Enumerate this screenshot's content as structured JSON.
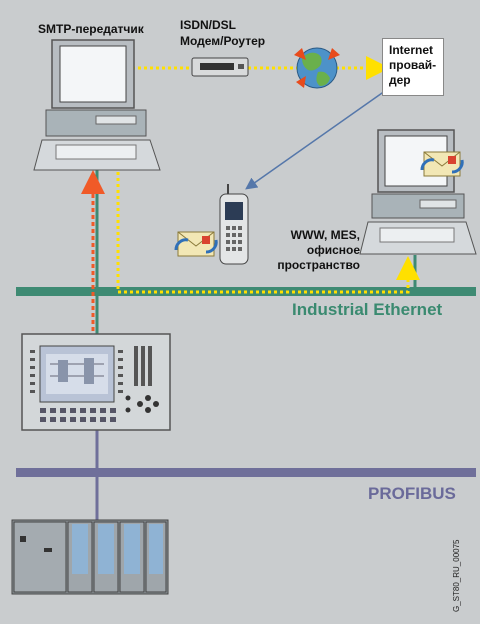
{
  "labels": {
    "smtp": "SMTP-передатчик",
    "isdn_line1": "ISDN/DSL",
    "isdn_line2": "Модем/Роутер",
    "isp_line1": "Internet",
    "isp_line2": "провай-",
    "isp_line3": "дер",
    "www_line1": "WWW, MES,",
    "www_line2": "офисное",
    "www_line3": "пространство",
    "industrial_ethernet": "Industrial Ethernet",
    "profibus": "PROFIBUS",
    "doc_id": "G_ST80_RU_00075"
  },
  "colors": {
    "background": "#c9ccce",
    "ethernet_bus": "#3e8a73",
    "ethernet_label": "#3a8a70",
    "profibus_bus": "#6f6f9a",
    "profibus_label": "#6a6a9a",
    "yellow_link": "#ffe000",
    "red_link": "#f05a28",
    "blue_link": "#5577aa"
  },
  "icons": [
    "pc-monitor-icon",
    "pc-keyboard-icon",
    "modem-icon",
    "globe-icon",
    "mobile-phone-icon",
    "email-icon",
    "hmi-panel-icon",
    "plc-rack-icon"
  ]
}
